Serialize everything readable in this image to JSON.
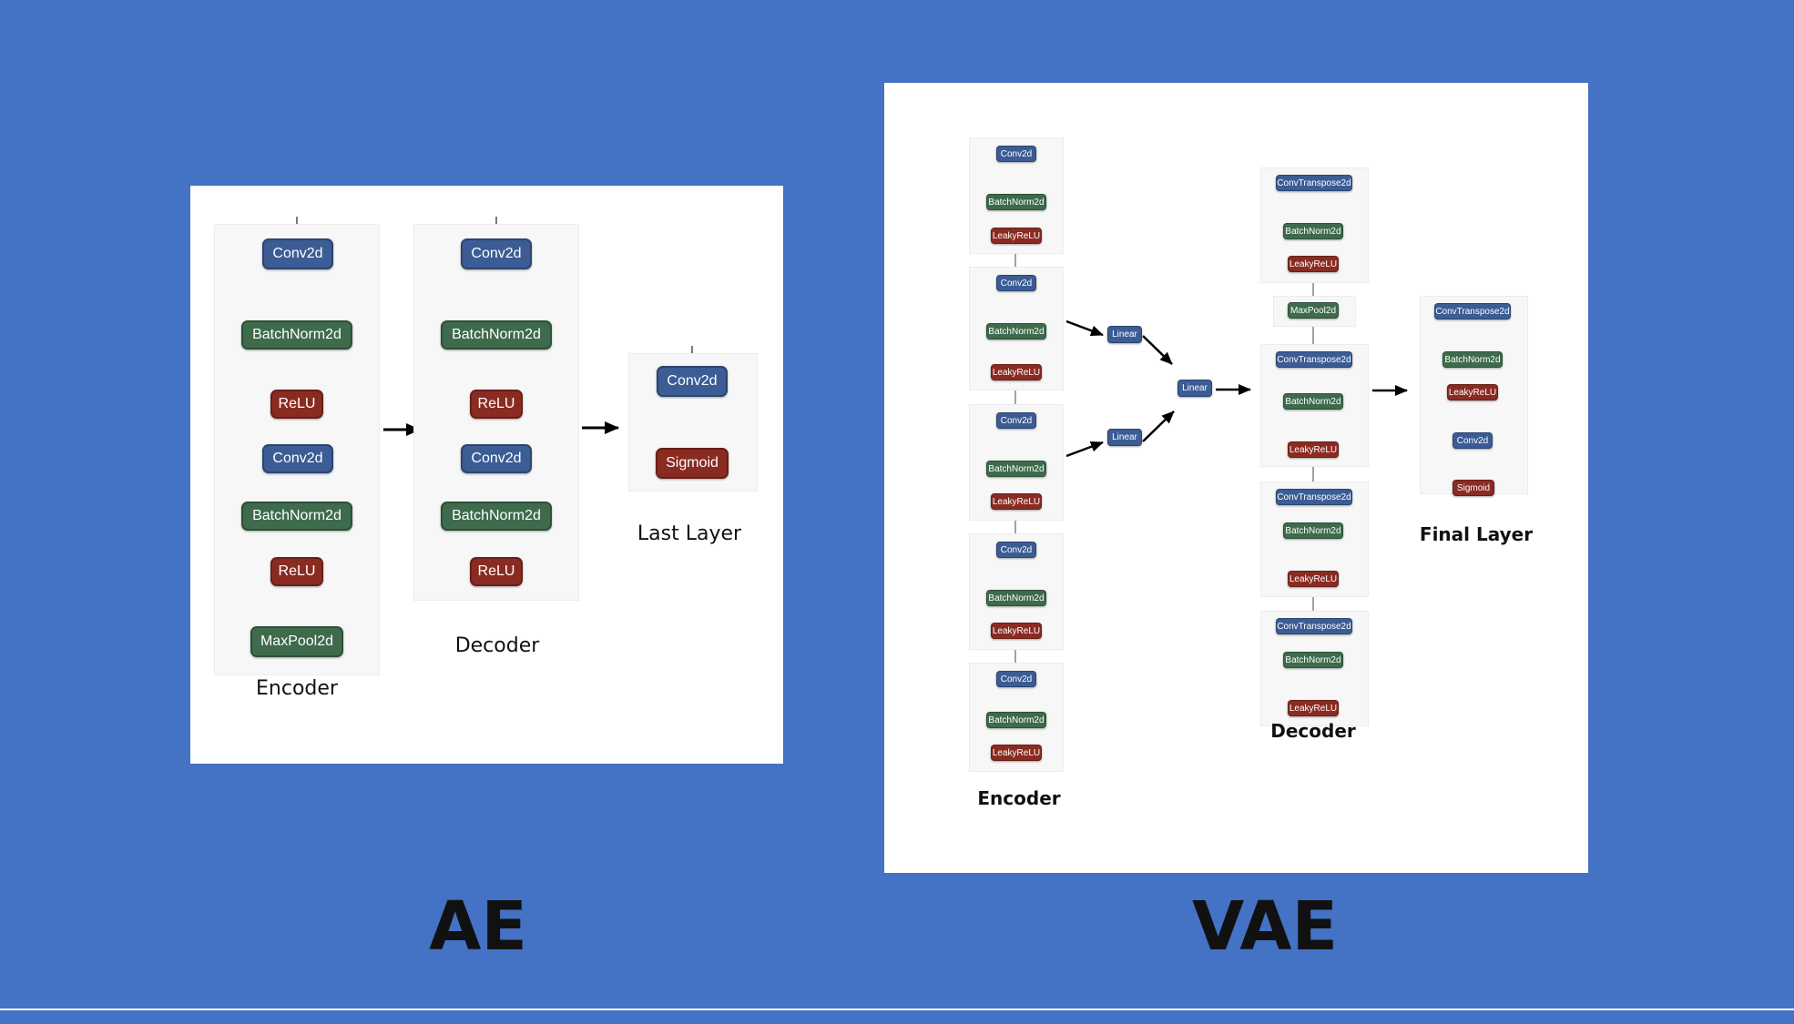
{
  "ae": {
    "title": "AE",
    "encoder": {
      "caption": "Encoder",
      "layers": [
        "Conv2d",
        "BatchNorm2d",
        "ReLU",
        "Conv2d",
        "BatchNorm2d",
        "ReLU",
        "MaxPool2d"
      ]
    },
    "decoder": {
      "caption": "Decoder",
      "layers": [
        "Conv2d",
        "BatchNorm2d",
        "ReLU",
        "Conv2d",
        "BatchNorm2d",
        "ReLU"
      ]
    },
    "last_layer": {
      "caption": "Last Layer",
      "layers": [
        "Conv2d",
        "Sigmoid"
      ]
    }
  },
  "vae": {
    "title": "VAE",
    "encoder": {
      "caption": "Encoder",
      "blocks": [
        [
          "Conv2d",
          "BatchNorm2d",
          "LeakyReLU"
        ],
        [
          "Conv2d",
          "BatchNorm2d",
          "LeakyReLU"
        ],
        [
          "Conv2d",
          "BatchNorm2d",
          "LeakyReLU"
        ],
        [
          "Conv2d",
          "BatchNorm2d",
          "LeakyReLU"
        ],
        [
          "Conv2d",
          "BatchNorm2d",
          "LeakyReLU"
        ]
      ]
    },
    "latent": {
      "mu": "Linear",
      "logvar": "Linear",
      "decoder_input": "Linear"
    },
    "decoder": {
      "caption": "Decoder",
      "blocks": [
        [
          "ConvTranspose2d",
          "BatchNorm2d",
          "LeakyReLU"
        ],
        [
          "MaxPool2d"
        ],
        [
          "ConvTranspose2d",
          "BatchNorm2d",
          "LeakyReLU"
        ],
        [
          "ConvTranspose2d",
          "BatchNorm2d",
          "LeakyReLU"
        ],
        [
          "ConvTranspose2d",
          "BatchNorm2d",
          "LeakyReLU"
        ]
      ]
    },
    "final_layer": {
      "caption": "Final Layer",
      "layers": [
        "ConvTranspose2d",
        "BatchNorm2d",
        "LeakyReLU",
        "Conv2d",
        "Sigmoid"
      ]
    }
  },
  "colors": {
    "background": "#4472c4",
    "conv": "#3b5c94",
    "batchnorm": "#3d6b4b",
    "activation": "#8a2b22"
  }
}
